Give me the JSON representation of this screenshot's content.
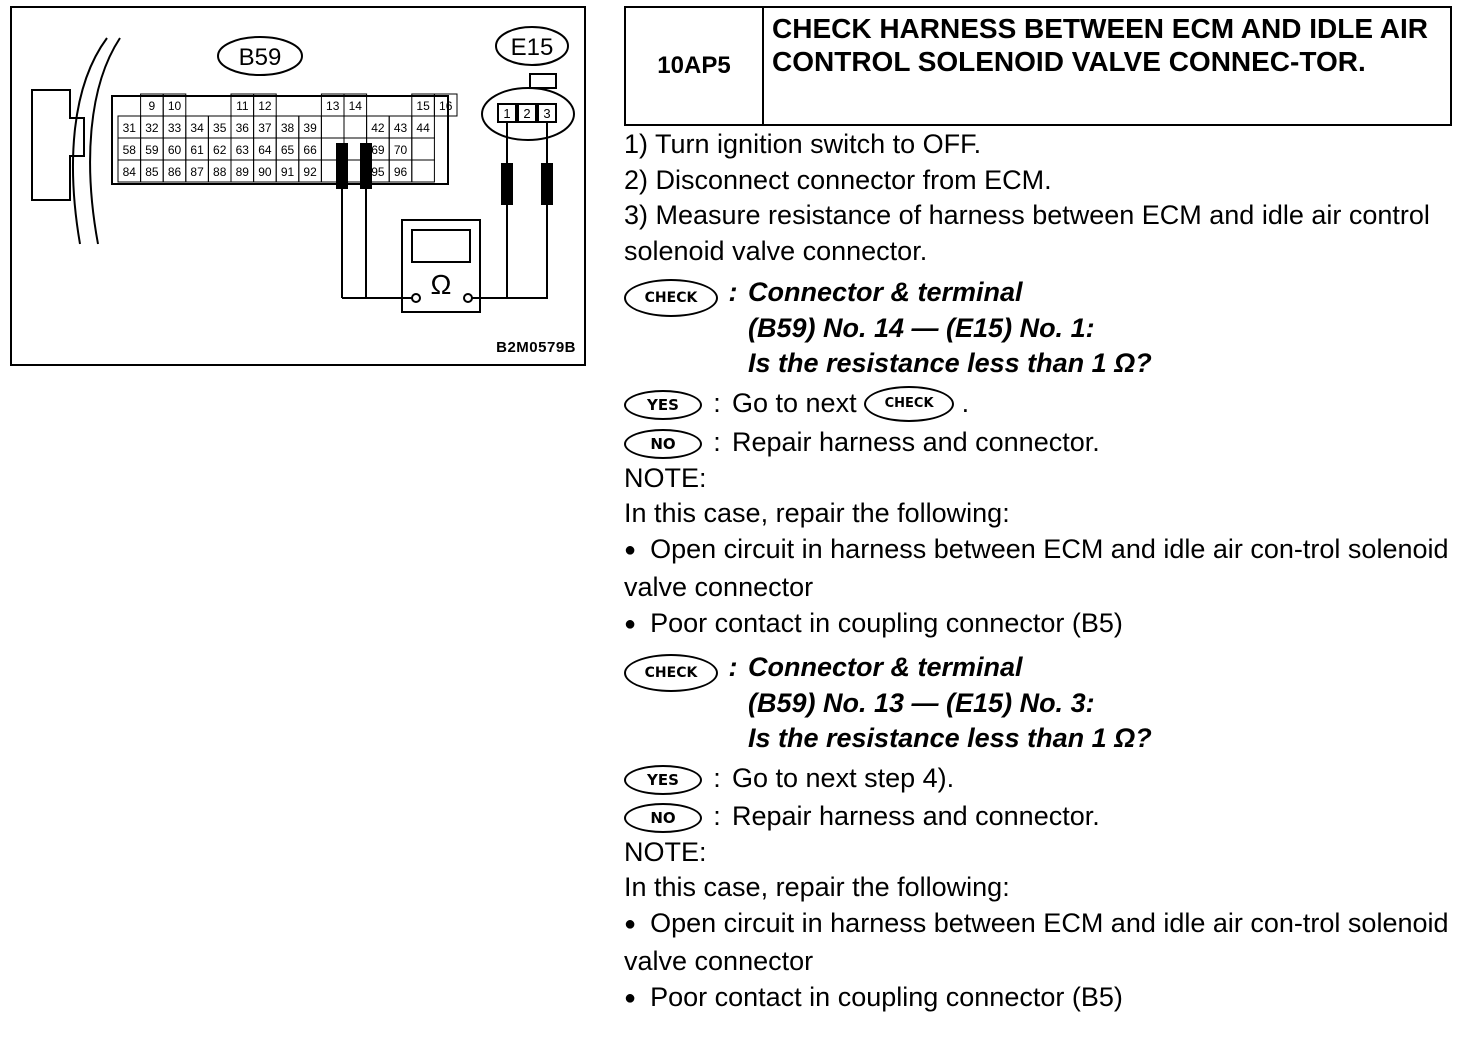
{
  "diagram": {
    "connector_b59_label": "B59",
    "connector_e15_label": "E15",
    "b59_top_row": [
      "9",
      "10",
      "11",
      "12",
      "13",
      "14",
      "15",
      "16"
    ],
    "b59_rows": [
      [
        "31",
        "32",
        "33",
        "34",
        "35",
        "36",
        "37",
        "38",
        "39",
        "",
        "",
        "42",
        "43",
        "44"
      ],
      [
        "58",
        "59",
        "60",
        "61",
        "62",
        "63",
        "64",
        "65",
        "66",
        "",
        "",
        "69",
        "70",
        ""
      ],
      [
        "84",
        "85",
        "86",
        "87",
        "88",
        "89",
        "90",
        "91",
        "92",
        "",
        "",
        "95",
        "96",
        ""
      ]
    ],
    "e15_pins": [
      "1",
      "2",
      "3"
    ],
    "meter_symbol": "Ω",
    "figure_code": "B2M0579B"
  },
  "step": {
    "id": "10AP5",
    "title": "CHECK HARNESS BETWEEN ECM AND IDLE AIR CONTROL SOLENOID VALVE CONNEC-TOR."
  },
  "badges": {
    "check": "CHECK",
    "yes": "YES",
    "no": "NO"
  },
  "instructions": [
    "1)  Turn ignition switch to OFF.",
    "2)  Disconnect connector from ECM.",
    "3)  Measure resistance of harness between ECM and idle air control solenoid valve connector."
  ],
  "checks": [
    {
      "line1": "Connector & terminal",
      "line2": "(B59) No. 14 — (E15) No. 1:",
      "line3": "Is the resistance less than 1 Ω?",
      "yes_prefix": "Go to next",
      "yes_suffix": ".",
      "yes_text": "",
      "no_text": "Repair harness and connector.",
      "note_label": "NOTE:",
      "note_intro": "In this case, repair the following:",
      "bullets": [
        "Open circuit in harness between ECM and idle air con-trol solenoid valve connector",
        "Poor contact in coupling connector (B5)"
      ]
    },
    {
      "line1": "Connector & terminal",
      "line2": "(B59) No. 13 — (E15) No. 3:",
      "line3": "Is the resistance less than 1 Ω?",
      "yes_text": "Go to next step 4).",
      "no_text": "Repair harness and connector.",
      "note_label": "NOTE:",
      "note_intro": "In this case, repair the following:",
      "bullets": [
        "Open circuit in harness between ECM and idle air con-trol solenoid valve connector",
        "Poor contact in coupling connector (B5)"
      ]
    }
  ]
}
